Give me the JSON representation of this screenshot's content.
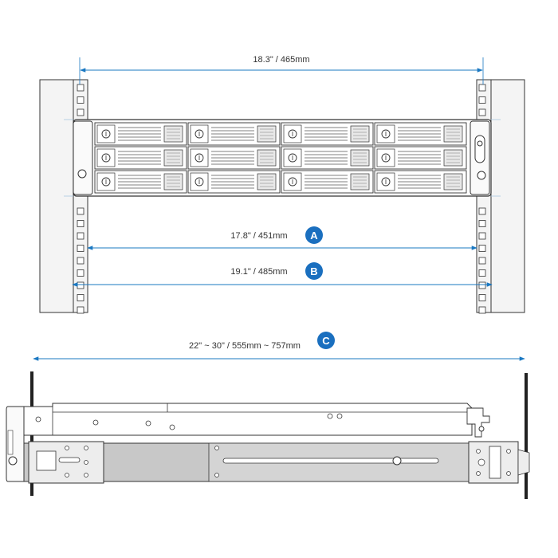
{
  "colors": {
    "dimension_line": "#1a78c2",
    "badge_fill": "#1a6fbf",
    "line_art": "#333333",
    "rail_fill": "#c8c8c8",
    "post_fill": "#f4f4f4"
  },
  "front_view": {
    "overall_width_label": "18.3\" / 465mm",
    "dimension_a": {
      "label": "17.8\" / 451mm",
      "badge": "A"
    },
    "dimension_b": {
      "label": "19.1\" / 485mm",
      "badge": "B"
    },
    "drive_bays": {
      "rows": 3,
      "columns": 4
    }
  },
  "side_view": {
    "dimension_c": {
      "label": "22\" ~ 30\" /  555mm ~ 757mm",
      "badge": "C"
    }
  }
}
